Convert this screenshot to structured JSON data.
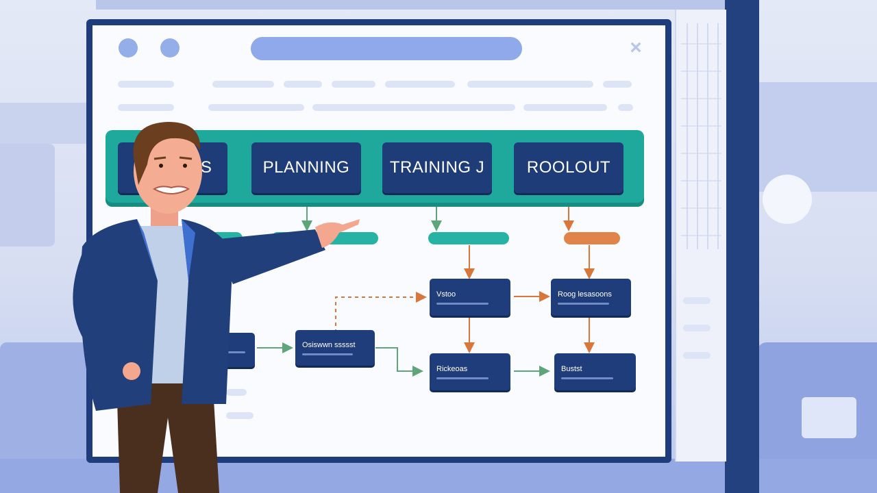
{
  "stages": {
    "s1": "S TS",
    "s2": "PLANNING",
    "s3": "TRAINING J",
    "s4": "ROOLOUT"
  },
  "nodes": {
    "n1": "Vstoo",
    "n2": "Roog lesasoons",
    "n3": "Osiswwn ssssst",
    "n4": "Rickeoas",
    "n5": "Bustst"
  },
  "colors": {
    "frame": "#1f3d7c",
    "stage_bar": "#1fa99c",
    "stage_box": "#1e3c77",
    "node": "#1f3d7a",
    "arrow_orange": "#d9763a",
    "arrow_green": "#5fa57a",
    "accent_blue": "#8fa9ea"
  },
  "icons": {
    "close": "close-icon",
    "window_dots": "circle-icon"
  }
}
